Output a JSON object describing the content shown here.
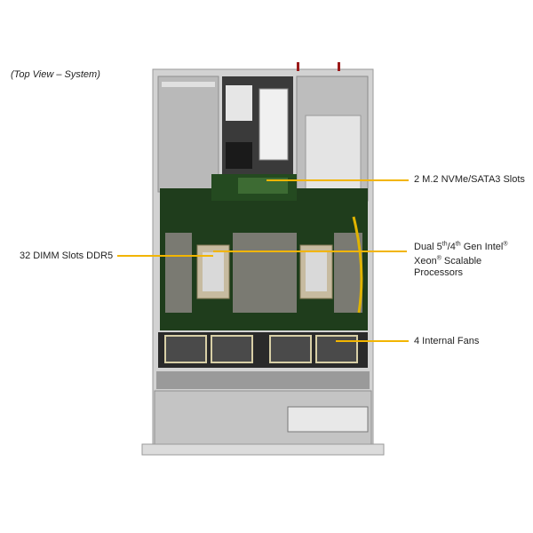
{
  "caption": "(Top View – System)",
  "callouts": {
    "m2": "2 M.2 NVMe/SATA3 Slots",
    "dimm": "32 DIMM Slots DDR5",
    "cpu": {
      "line1_a": "Dual 5",
      "sup1": "th",
      "line1_b": "/4",
      "sup2": "th",
      "line1_c": " Gen Intel",
      "reg1": "®",
      "line2_a": "Xeon",
      "reg2": "®",
      "line2_b": " Scalable",
      "line3": "Processors"
    },
    "fans": "4 Internal Fans"
  },
  "colors": {
    "leader": "#f2b500",
    "chassis": "#c9c9c9",
    "board": "#1f3d1c",
    "dimm": "#7a7a72"
  }
}
